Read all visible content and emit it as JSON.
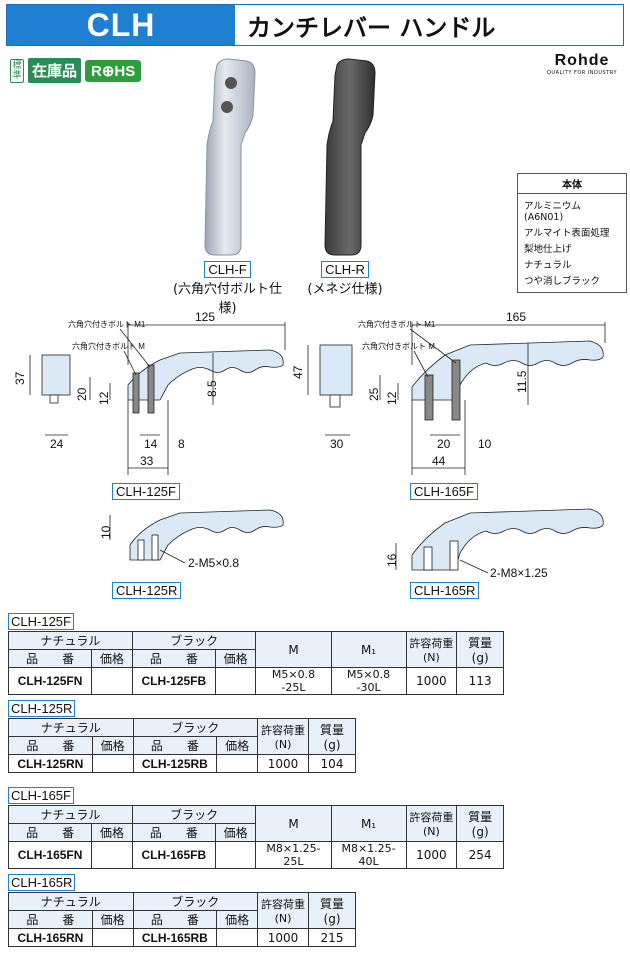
{
  "header": {
    "code": "CLH",
    "title": "カンチレバー ハンドル"
  },
  "badges": {
    "std_top": "標",
    "std_bottom": "準",
    "stock": "在庫品",
    "rohs": "R⊕HS"
  },
  "brand": {
    "name": "Rohde",
    "tagline": "QUALITY FOR INDUSTRY"
  },
  "spec": {
    "header": "本体",
    "lines": [
      "アルミニウム(A6N01)",
      "アルマイト表面処理",
      "梨地仕上げ",
      "ナチュラル",
      "つや消しブラック"
    ]
  },
  "products": {
    "f": {
      "code": "CLH-F",
      "desc": "(六角穴付ボルト仕様)"
    },
    "r": {
      "code": "CLH-R",
      "desc": "(メネジ仕様)"
    }
  },
  "drawings": {
    "d125f": {
      "label": "CLH-125F",
      "bolt_m1": "六角穴付きボルト M1",
      "bolt_m": "六角穴付きボルト M",
      "dims": [
        "125",
        "37",
        "20",
        "12",
        "8.5",
        "24",
        "14",
        "8",
        "33"
      ]
    },
    "d165f": {
      "label": "CLH-165F",
      "bolt_m1": "六角穴付きボルト M1",
      "bolt_m": "六角穴付きボルト M",
      "dims": [
        "165",
        "47",
        "25",
        "12",
        "11.5",
        "30",
        "20",
        "10",
        "44"
      ]
    },
    "d125r": {
      "label": "CLH-125R",
      "dims": [
        "10"
      ],
      "thread": "2-M5×0.8"
    },
    "d165r": {
      "label": "CLH-165R",
      "dims": [
        "16"
      ],
      "thread": "2-M8×1.25"
    }
  },
  "tables": {
    "common": {
      "natural": "ナチュラル",
      "black": "ブラック",
      "part": "品　　番",
      "price": "価格",
      "m": "M",
      "m1": "M₁",
      "load": "許容荷重",
      "load_unit": "(N)",
      "mass": "質量",
      "mass_unit": "(g)"
    },
    "t125f": {
      "title": "CLH-125F",
      "natural_code": "CLH-125FN",
      "black_code": "CLH-125FB",
      "m": "M5×0.8 -25L",
      "m1": "M5×0.8 -30L",
      "load": "1000",
      "mass": "113"
    },
    "t125r": {
      "title": "CLH-125R",
      "natural_code": "CLH-125RN",
      "black_code": "CLH-125RB",
      "load": "1000",
      "mass": "104"
    },
    "t165f": {
      "title": "CLH-165F",
      "natural_code": "CLH-165FN",
      "black_code": "CLH-165FB",
      "m": "M8×1.25-25L",
      "m1": "M8×1.25-40L",
      "load": "1000",
      "mass": "254"
    },
    "t165r": {
      "title": "CLH-165R",
      "natural_code": "CLH-165RN",
      "black_code": "CLH-165RB",
      "load": "1000",
      "mass": "215"
    }
  },
  "colors": {
    "accent": "#1f7fd0",
    "stock_green": "#2e8b57",
    "drawing_fill": "#dbe9f6"
  }
}
